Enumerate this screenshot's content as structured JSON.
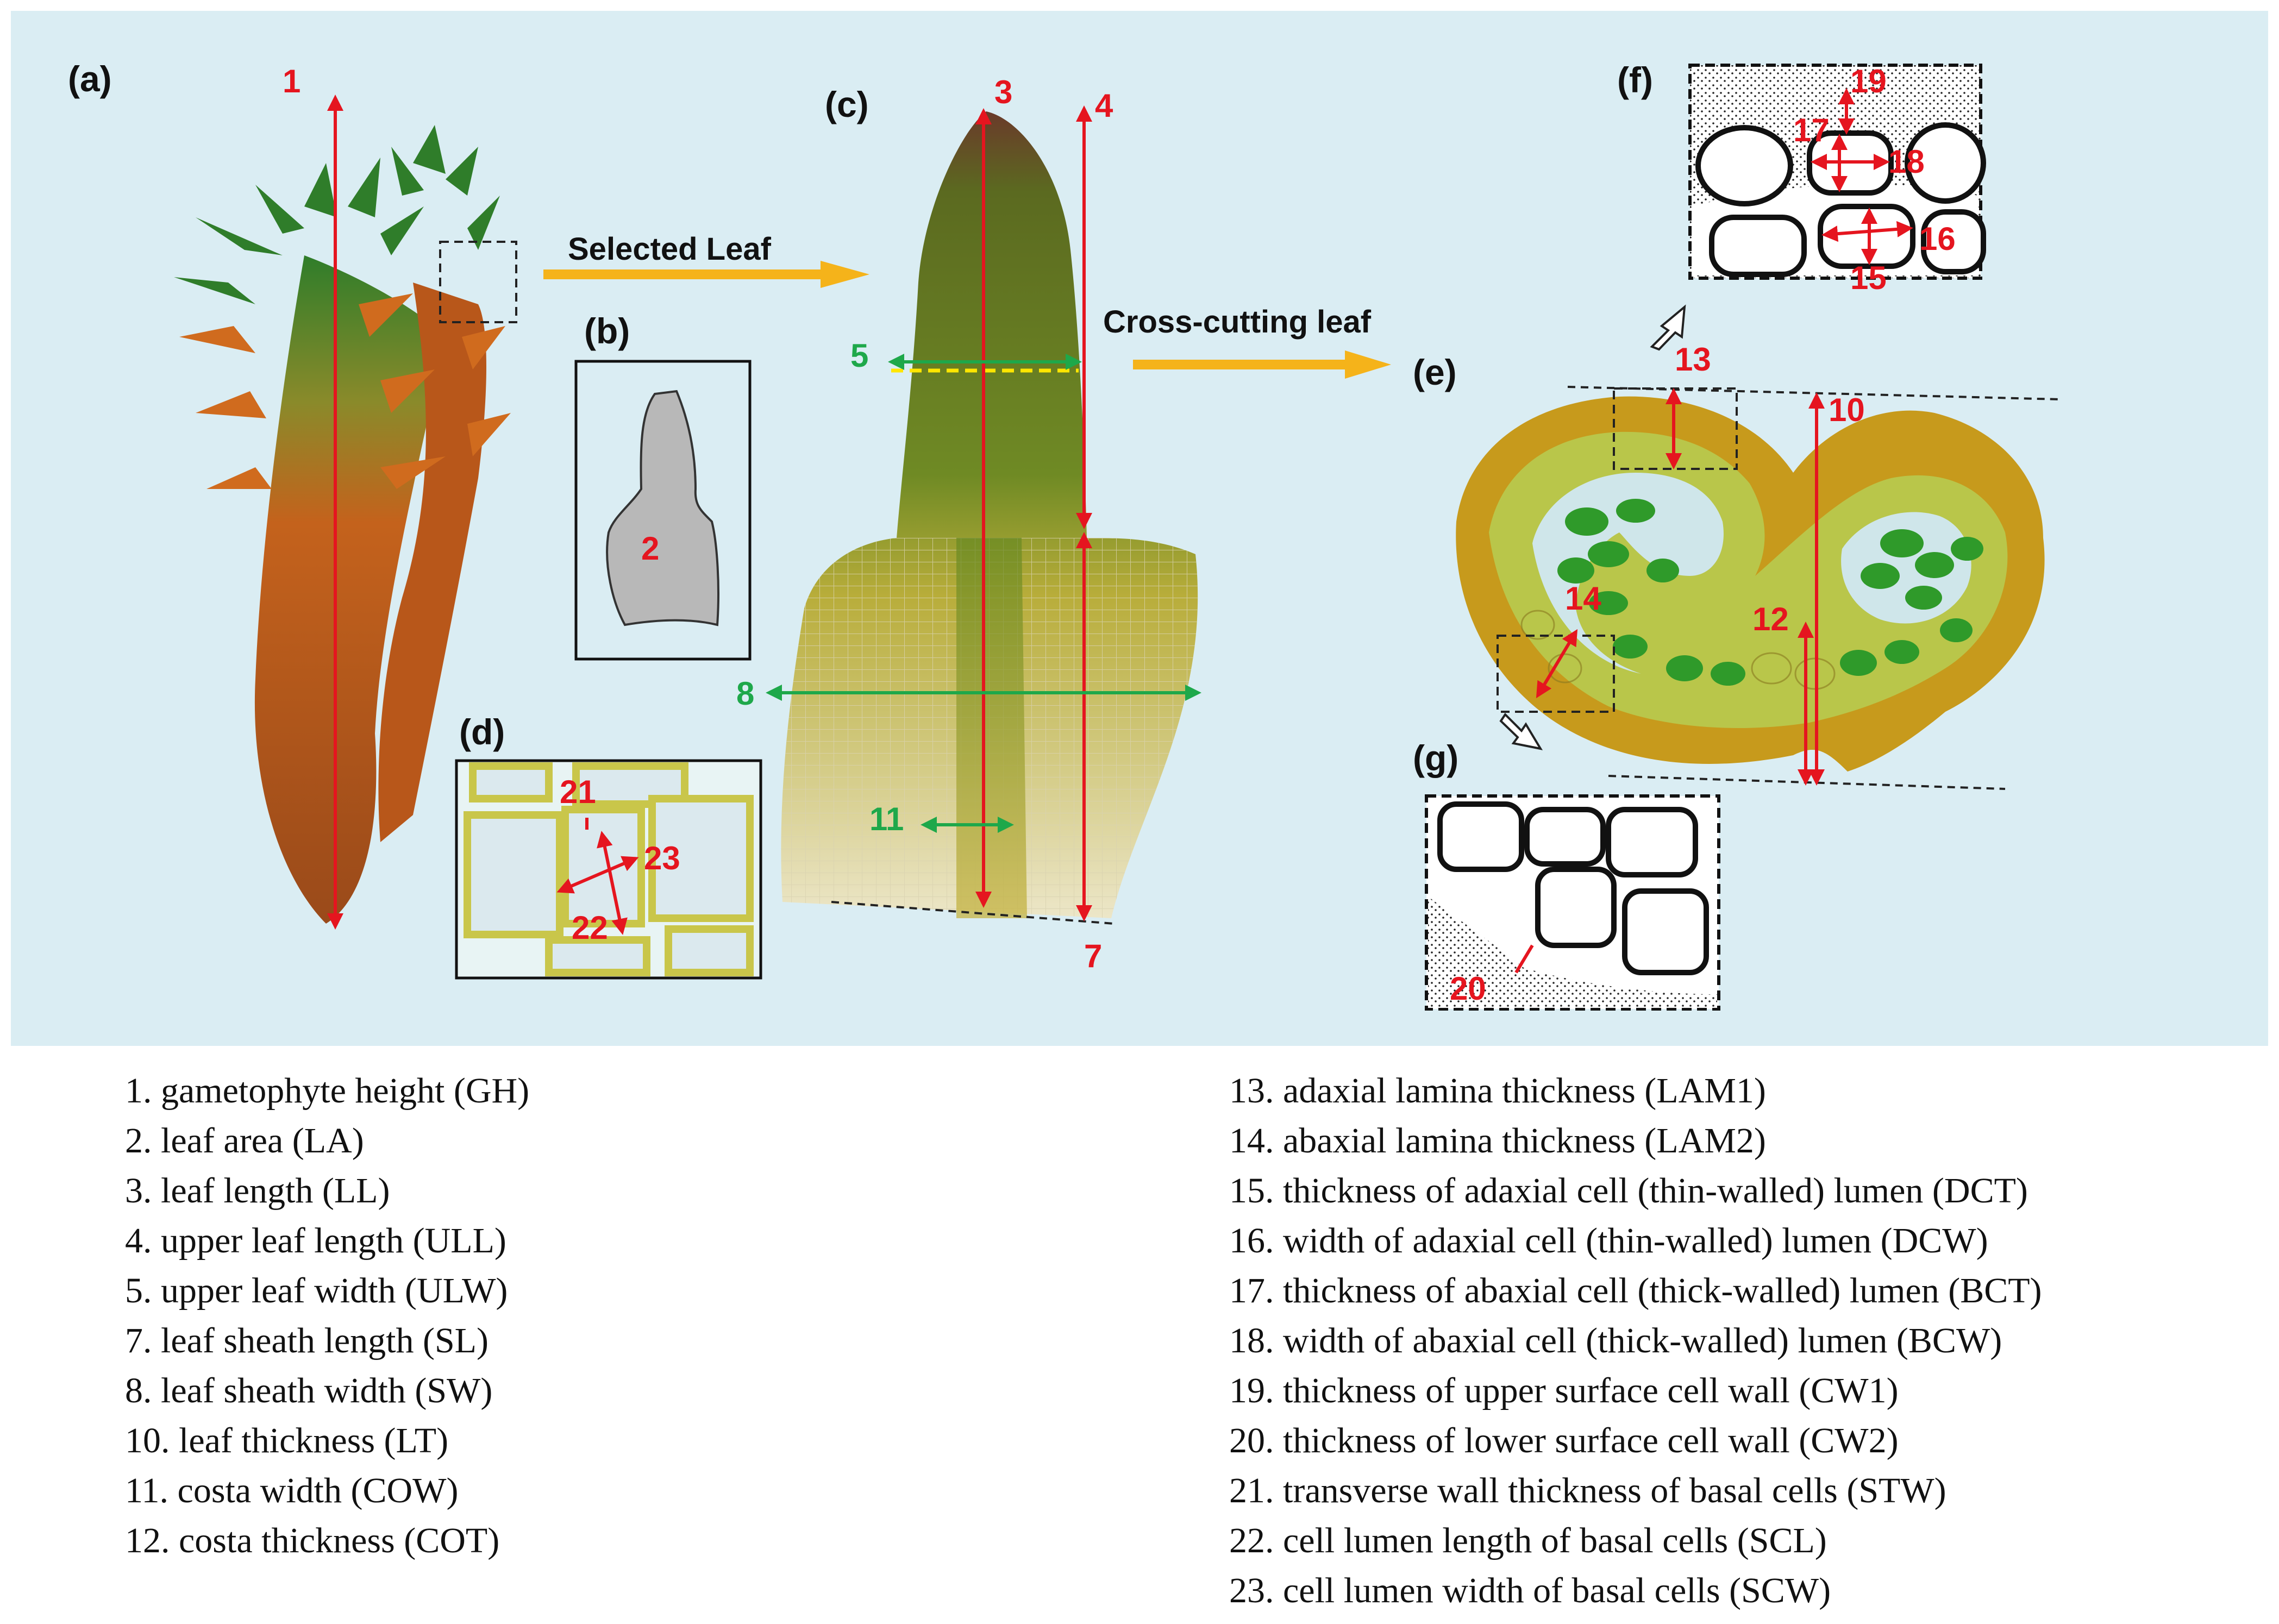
{
  "panels": {
    "a": "(a)",
    "b": "(b)",
    "c": "(c)",
    "d": "(d)",
    "e": "(e)",
    "f": "(f)",
    "g": "(g)"
  },
  "arrows": {
    "selected_leaf": "Selected Leaf",
    "cross_cutting": "Cross-cutting leaf"
  },
  "markers": {
    "m1": "1",
    "m2": "2",
    "m3": "3",
    "m4": "4",
    "m5": "5",
    "m7": "7",
    "m8": "8",
    "m10": "10",
    "m11": "11",
    "m12": "12",
    "m13": "13",
    "m14": "14",
    "m15": "15",
    "m16": "16",
    "m17": "17",
    "m18": "18",
    "m19": "19",
    "m20": "20",
    "m21": "21",
    "m22": "22",
    "m23": "23"
  },
  "colors": {
    "background": "#daedf3",
    "measure_red": "#e5151f",
    "measure_green": "#1ea84a",
    "arrow_orange": "#f5b31a"
  },
  "legend_left": [
    "1. gametophyte height (GH)",
    "2. leaf area (LA)",
    "3. leaf length (LL)",
    "4. upper leaf length (ULL)",
    "5. upper leaf width (ULW)",
    "7. leaf sheath length (SL)",
    "8. leaf sheath width (SW)",
    "10.  leaf thickness (LT)",
    "11.  costa width (COW)",
    "12. costa thickness (COT)"
  ],
  "legend_right": [
    "13. adaxial lamina thickness (LAM1)",
    "14. abaxial lamina thickness (LAM2)",
    "15. thickness of adaxial cell (thin-walled) lumen (DCT)",
    "16. width of adaxial cell (thin-walled) lumen (DCW)",
    "17. thickness of abaxial cell (thick-walled) lumen (BCT)",
    "18. width of abaxial cell (thick-walled) lumen (BCW)",
    "19. thickness of upper surface cell wall (CW1)",
    "20. thickness of lower surface cell wall (CW2)",
    "21. transverse wall thickness of basal cells (STW)",
    "22. cell lumen length of basal cells (SCL)",
    "23. cell lumen width of basal cells (SCW)"
  ]
}
